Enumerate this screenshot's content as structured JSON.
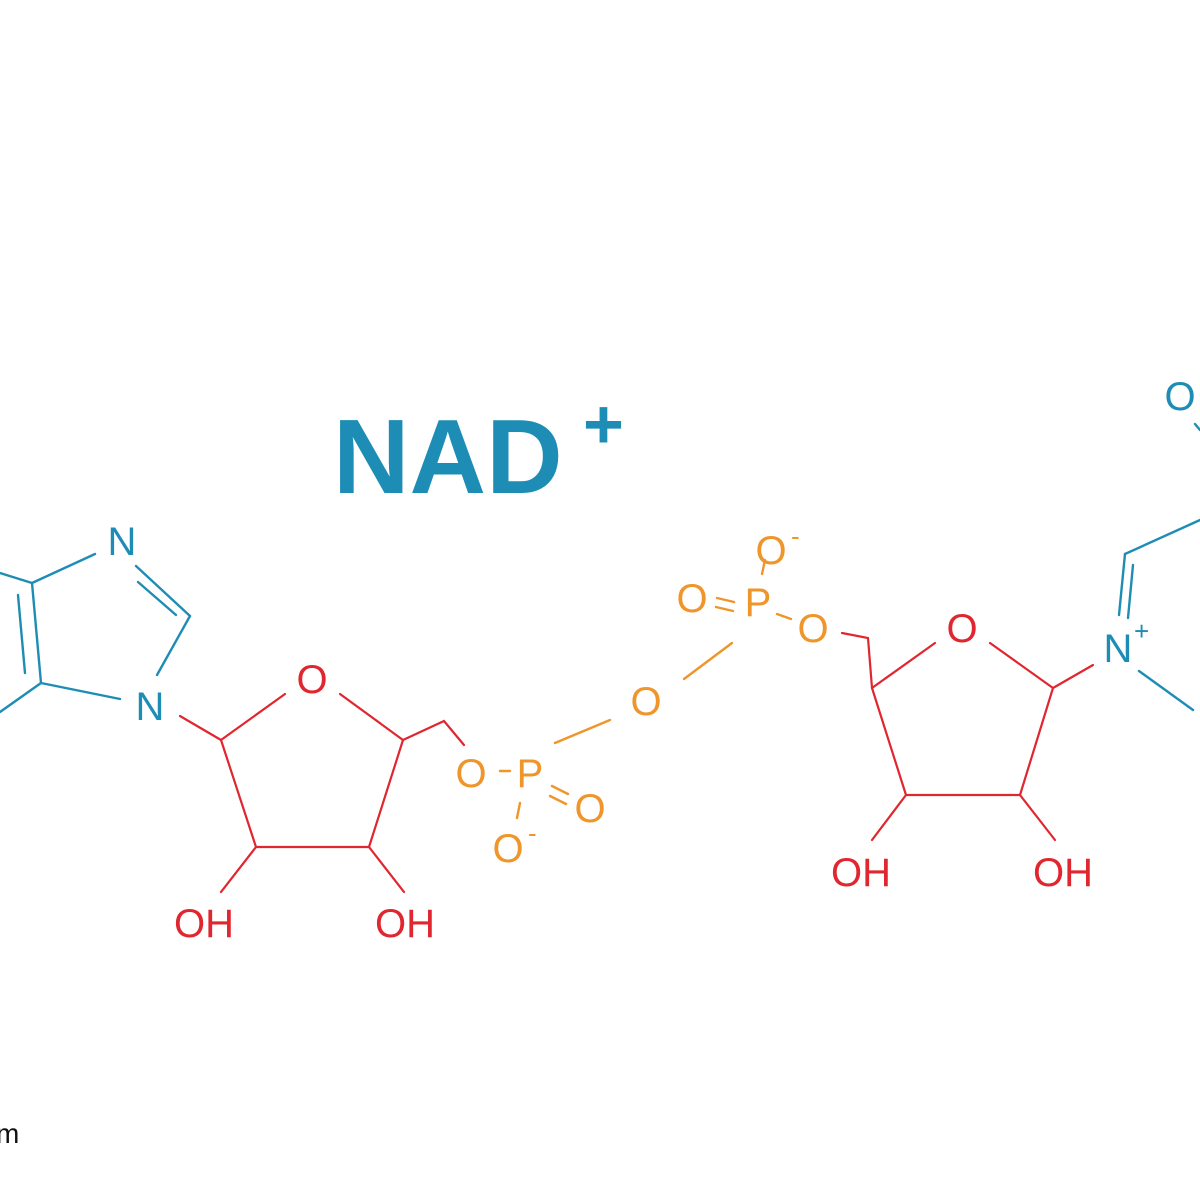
{
  "title": {
    "text": "NAD",
    "charge": "+"
  },
  "colors": {
    "nicotinamide_adenine": "#1e8db5",
    "ribose": "#e0262f",
    "phosphate": "#f0952a"
  },
  "adenine": {
    "n_top": "N",
    "n_bottom": "N"
  },
  "ribose_left": {
    "ring_o": "O",
    "oh_left": "OH",
    "oh_right": "OH"
  },
  "phosphate_left": {
    "o_ester": "O",
    "p": "P",
    "o_double": "O",
    "o_minus": "O",
    "minus": "-"
  },
  "bridge_o": "O",
  "phosphate_right": {
    "o_double": "O",
    "p": "P",
    "o_ester": "O",
    "o_minus": "O",
    "minus": "-"
  },
  "ribose_right": {
    "ring_o": "O",
    "oh_left": "OH",
    "oh_right": "OH"
  },
  "nicotinamide": {
    "n": "N",
    "charge": "+",
    "o": "O"
  },
  "footer_text": "m"
}
